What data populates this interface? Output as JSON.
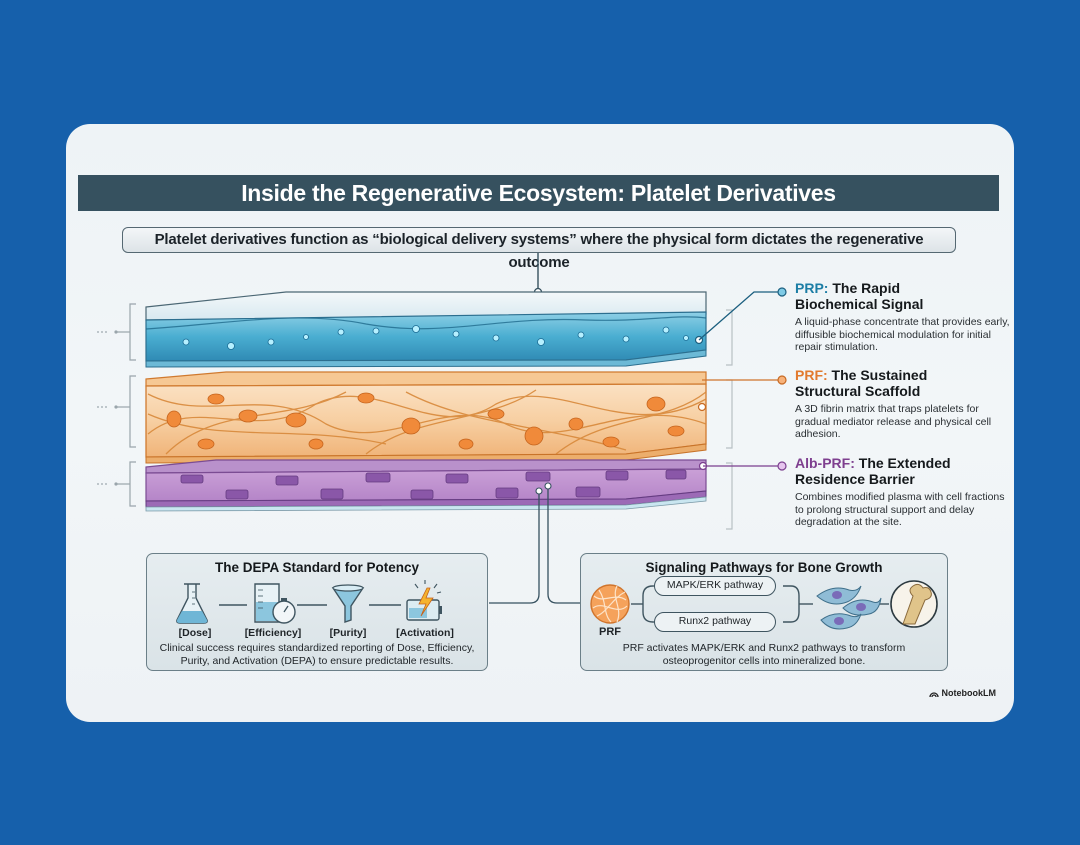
{
  "header": {
    "title": "Inside the Regenerative Ecosystem: Platelet Derivatives",
    "subtitle": "Platelet derivatives function as “biological delivery systems” where the physical form dictates the regenerative outcome"
  },
  "layers": [
    {
      "abbr": "PRP:",
      "title_rest": " The Rapid",
      "title_line2": "Biochemical Signal",
      "description": "A liquid-phase concentrate that provides early, diffusible biochemical modulation for initial repair stimulation.",
      "color": "#1c7ea5"
    },
    {
      "abbr": "PRF:",
      "title_rest": " The Sustained",
      "title_line2": "Structural Scaffold",
      "description": "A 3D fibrin matrix that traps platelets for gradual mediator release and physical cell adhesion.",
      "color": "#e27a2e"
    },
    {
      "abbr": "Alb-PRF:",
      "title_rest": " The Extended",
      "title_line2": "Residence Barrier",
      "description": "Combines modified plasma with cell fractions to prolong structural support and delay degradation at the site.",
      "color": "#7e3f8f"
    }
  ],
  "depa_panel": {
    "title": "The DEPA Standard for Potency",
    "steps": [
      {
        "label": "[Dose]",
        "icon": "flask-icon"
      },
      {
        "label": "[Efficiency]",
        "icon": "beaker-stopwatch-icon"
      },
      {
        "label": "[Purity]",
        "icon": "funnel-icon"
      },
      {
        "label": "[Activation]",
        "icon": "battery-lightning-icon"
      }
    ],
    "description_line1": "Clinical success requires standardized reporting of Dose, Efficiency,",
    "description_line2": "Purity, and Activation (DEPA) to ensure predictable results."
  },
  "signaling_panel": {
    "title": "Signaling Pathways for Bone Growth",
    "source_label": "PRF",
    "pathways": [
      "MAPK/ERK pathway",
      "Runx2 pathway"
    ],
    "description_line1": "PRF activates MAPK/ERK and Runx2 pathways to transform",
    "description_line2": "osteoprogenitor cells into mineralized bone."
  },
  "branding": {
    "label": "NotebookLM"
  },
  "colors": {
    "background": "#1660ab",
    "title_bar": "#36515f",
    "prp": "#1c7ea5",
    "prf": "#e27a2e",
    "alb_prf": "#7e3f8f"
  }
}
